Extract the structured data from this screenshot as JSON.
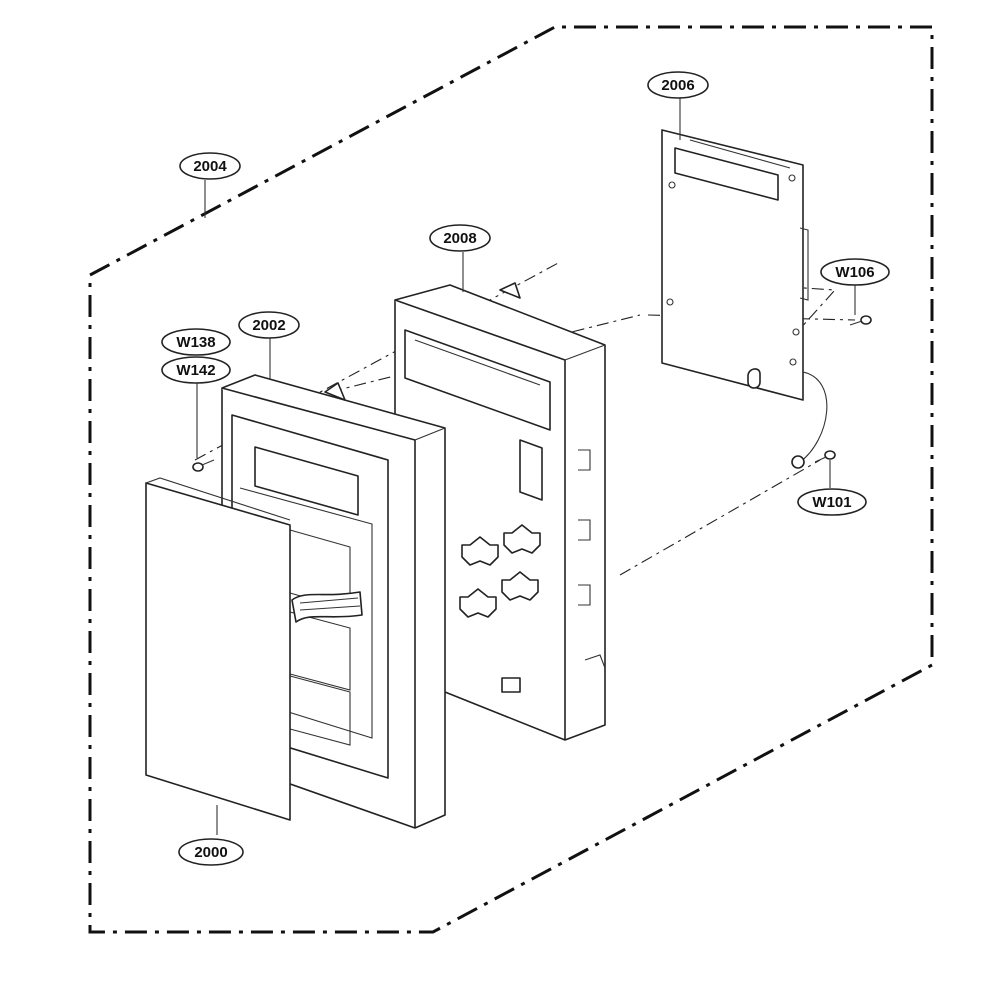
{
  "diagram": {
    "callouts": {
      "c2000": "2000",
      "c2002": "2002",
      "c2004": "2004",
      "c2006": "2006",
      "c2008": "2008",
      "w101": "W101",
      "w106": "W106",
      "w138": "W138",
      "w142": "W142"
    },
    "colors": {
      "line": "#222222",
      "background": "#ffffff"
    }
  }
}
